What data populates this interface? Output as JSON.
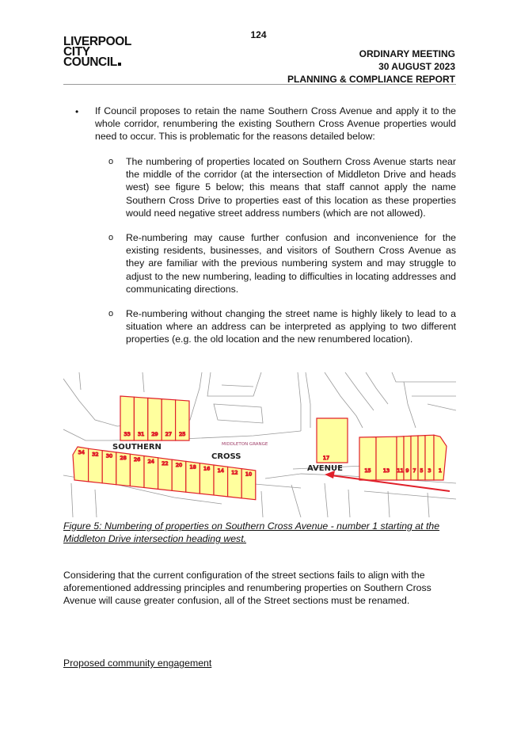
{
  "header": {
    "page_number": "124",
    "logo_lines": [
      "LIVERPOOL",
      "CITY",
      "COUNCIL"
    ],
    "meeting": "ORDINARY MEETING",
    "date": "30 AUGUST 2023",
    "report": "PLANNING & COMPLIANCE REPORT"
  },
  "body": {
    "bullet_marker": "•",
    "bullet_text": "If Council proposes to retain the name Southern Cross Avenue and apply it to the whole corridor, renumbering the existing Southern Cross Avenue properties would need to occur. This is problematic for the reasons detailed below:",
    "sub_marker": "o",
    "sub_items": [
      "The numbering of properties located on Southern Cross Avenue starts near the middle of the corridor (at the intersection of Middleton Drive and heads west) see figure 5 below; this means that staff cannot apply the name Southern Cross Drive to properties east of this location as these properties would need negative street address numbers (which are not allowed).",
      "Re-numbering may cause further confusion and inconvenience for the existing residents, businesses, and visitors of Southern Cross Avenue as they are familiar with the previous numbering system and may struggle to adjust to the new numbering, leading to difficulties in locating addresses and communicating directions.",
      "Re-numbering without changing the street name is highly likely to lead to a situation where an address can be interpreted as applying to two different properties (e.g. the old location and the new renumbered location)."
    ],
    "closing_paragraph": "Considering that the current configuration of the street sections fails to align with the aforementioned addressing principles and renumbering properties on Southern Cross Avenue will cause greater confusion, all of the Street sections must be renamed.",
    "engagement_heading": "Proposed community engagement"
  },
  "figure": {
    "caption": "Figure 5: Numbering of properties on Southern Cross Avenue - number 1 starting at the Middleton Drive intersection heading west.",
    "street_labels": [
      "SOUTHERN",
      "CROSS",
      "AVENUE"
    ],
    "suburb_label": "MIDDLETON GRANGE",
    "upper_lots": [
      "33",
      "31",
      "29",
      "27",
      "25"
    ],
    "lower_lots": [
      "34",
      "32",
      "30",
      "28",
      "26",
      "24",
      "22",
      "20",
      "18",
      "16",
      "14",
      "12",
      "10"
    ],
    "middle_lot": "17",
    "east_lots": [
      "15",
      "13",
      "11",
      "9",
      "7",
      "5",
      "3",
      "1"
    ],
    "colors": {
      "lot_fill": "#ffff9e",
      "lot_outline": "#e0202a",
      "arrow": "#e0202a",
      "parcel_lines": "#9a9a9a"
    }
  }
}
